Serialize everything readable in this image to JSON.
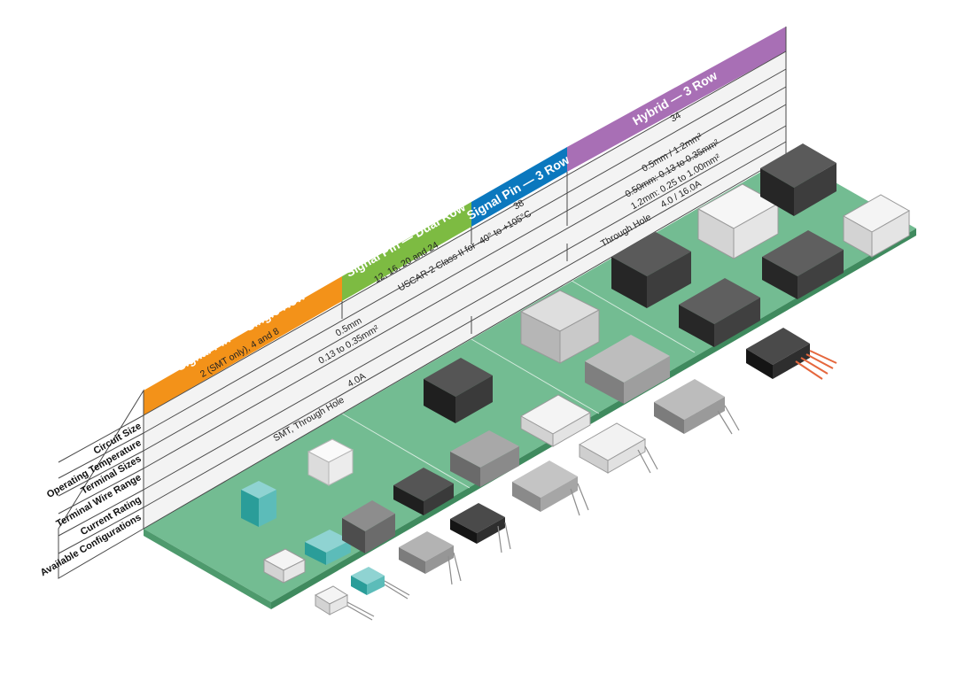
{
  "colors": {
    "orange": "#f39219",
    "green": "#7dbb42",
    "blue": "#0b78be",
    "purple": "#a86fb5",
    "board": "#73bc92",
    "board_edge": "#4e9a6d",
    "rows": "#efefef",
    "grid": "#4a4a4a"
  },
  "row_labels": [
    "Circuit Size",
    "Operating Temperature",
    "Terminal Sizes",
    "Terminal Wire Range",
    "Current Rating",
    "Available Configurations"
  ],
  "families": [
    {
      "name": "Signal Pin — Single Row",
      "color": "orange"
    },
    {
      "name": "Signal Pin — Dual Row",
      "color": "green"
    },
    {
      "name": "Signal Pin — 3 Row",
      "color": "blue"
    },
    {
      "name": "Hybrid — 3 Row",
      "color": "purple"
    }
  ],
  "cells": {
    "circuit_single": "2 (SMT only), 4 and 8",
    "circuit_dual": "12, 16, 20 and 24",
    "circuit_3row": "38",
    "circuit_hybrid": "34",
    "temperature": "USCAR-2 Class II for -40° to +105°C",
    "terminal_signal": "0.5mm",
    "terminal_hybrid": "0.5mm / 1.2mm²",
    "wire_signal": "0.13 to 0.35mm²",
    "wire_hybrid_1": "0.50mm: 0.13 to 0.35mm²",
    "wire_hybrid_2": "1.2mm: 0.25 to 1.00mm²",
    "current_signal": "4.0A",
    "current_hybrid": "4.0 / 16.0A",
    "config_signal": "SMT, Through Hole",
    "config_hybrid": "Through Hole"
  },
  "connectors": [
    {
      "name": "teal-header-icon",
      "tone": "teal"
    },
    {
      "name": "white-header-icon",
      "tone": "white"
    },
    {
      "name": "teal-plug-icon",
      "tone": "teal"
    },
    {
      "name": "white-plug-icon",
      "tone": "white"
    },
    {
      "name": "gray-header-icon",
      "tone": "gray"
    },
    {
      "name": "black-header-icon",
      "tone": "black"
    },
    {
      "name": "dark-gray-header-icon",
      "tone": "dark"
    },
    {
      "name": "light-gray-plug-icon",
      "tone": "light"
    },
    {
      "name": "hybrid-header-icon",
      "tone": "dark"
    },
    {
      "name": "hybrid-plug-icon",
      "tone": "orange"
    }
  ]
}
